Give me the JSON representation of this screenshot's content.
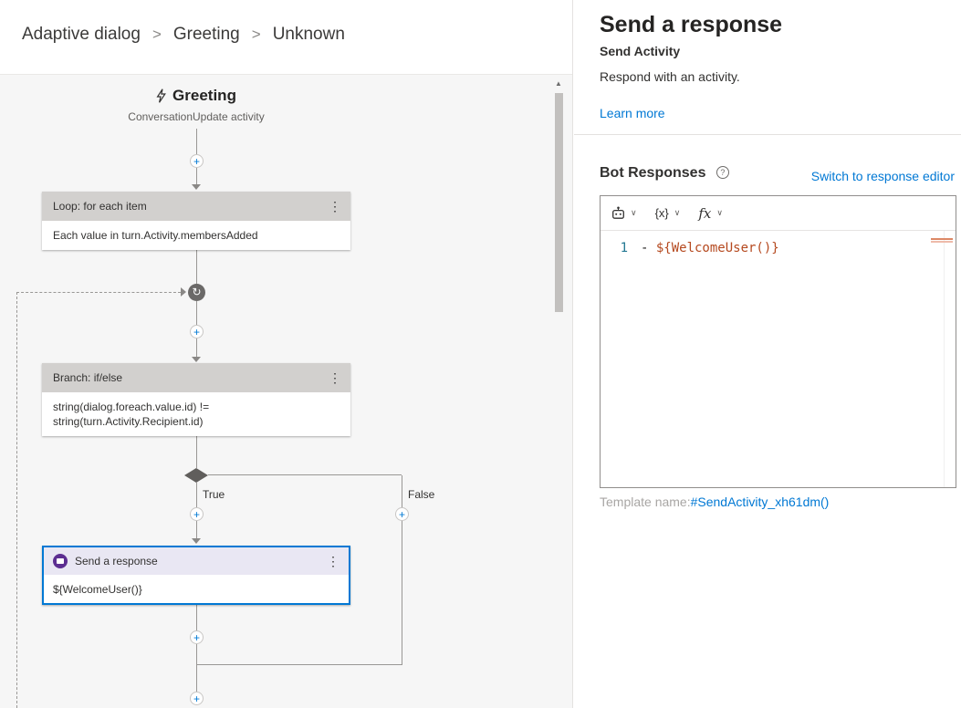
{
  "breadcrumb": {
    "separator": ">",
    "items": [
      {
        "label": "Adaptive dialog"
      },
      {
        "label": "Greeting"
      },
      {
        "label": "Unknown"
      }
    ]
  },
  "flow": {
    "trigger": {
      "title": "Greeting",
      "subtitle": "ConversationUpdate activity"
    },
    "nodes": {
      "loop": {
        "header": "Loop: for each item",
        "body": "Each value in turn.Activity.membersAdded"
      },
      "branch": {
        "header": "Branch: if/else",
        "body": [
          "string(dialog.foreach.value.id) !=",
          "string(turn.Activity.Recipient.id)"
        ]
      },
      "send": {
        "header": "Send a response",
        "body": "${WelcomeUser()}"
      }
    },
    "labels": {
      "true": "True",
      "false": "False"
    }
  },
  "panel": {
    "title": "Send a response",
    "subtitle": "Send Activity",
    "description": "Respond with an activity.",
    "learn_more_label": "Learn more",
    "bot_responses_label": "Bot Responses",
    "switch_editor_label": "Switch to response editor",
    "editor": {
      "toolbar": {
        "variable_label": "{x}",
        "function_label": "fx"
      },
      "line_number": "1",
      "code_dash": "- ",
      "code_template": "${WelcomeUser()}"
    },
    "template_name_label": "Template name:",
    "template_name_value": "#SendActivity_xh61dm()"
  },
  "icons": {
    "plus": "+",
    "kebab": "⋮",
    "chevron_down": "∨",
    "loop_arrow": "↻",
    "help": "?",
    "scroll_up": "▲"
  },
  "colors": {
    "accent": "#0078d4",
    "selected_node_border": "#0078d4",
    "send_icon_background": "#5c2e91",
    "node_header_background": "#d2d0ce",
    "canvas_background": "#f6f6f6",
    "code_template_color": "#b5491f",
    "line_number_color": "#237893"
  }
}
